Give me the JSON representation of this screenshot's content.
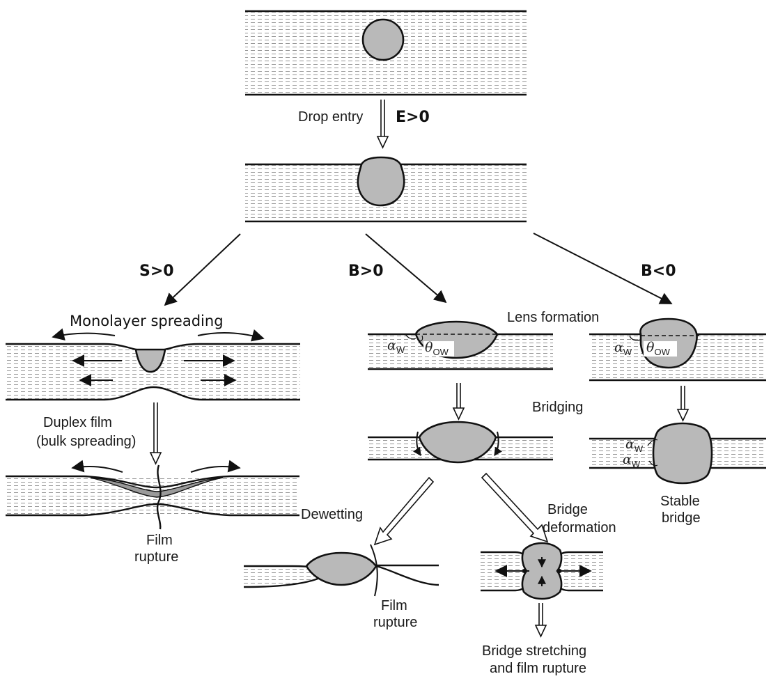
{
  "labels": {
    "drop_entry": "Drop entry",
    "e_cond": "E>0",
    "s_cond": "S>0",
    "b_pos_cond": "B>0",
    "b_neg_cond": "B<0",
    "monolayer": "Monolayer spreading",
    "lens_formation": "Lens formation",
    "bridging": "Bridging",
    "duplex_1": "Duplex film",
    "duplex_2": "(bulk spreading)",
    "film_rupture_left_1": "Film",
    "film_rupture_left_2": "rupture",
    "dewetting": "Dewetting",
    "bridge_def_1": "Bridge",
    "bridge_def_2": "deformation",
    "stable_1": "Stable",
    "stable_2": "bridge",
    "film_rupture_mid_1": "Film",
    "film_rupture_mid_2": "rupture",
    "stretch_1": "Bridge stretching",
    "stretch_2": "and film rupture"
  },
  "symbols": {
    "alpha": "α",
    "alpha_sub": "W",
    "theta": "θ",
    "theta_sub": "OW"
  },
  "colors": {
    "drop_fill": "#b9b9b9",
    "line": "#111111",
    "hatch": "#8a8a8a"
  }
}
